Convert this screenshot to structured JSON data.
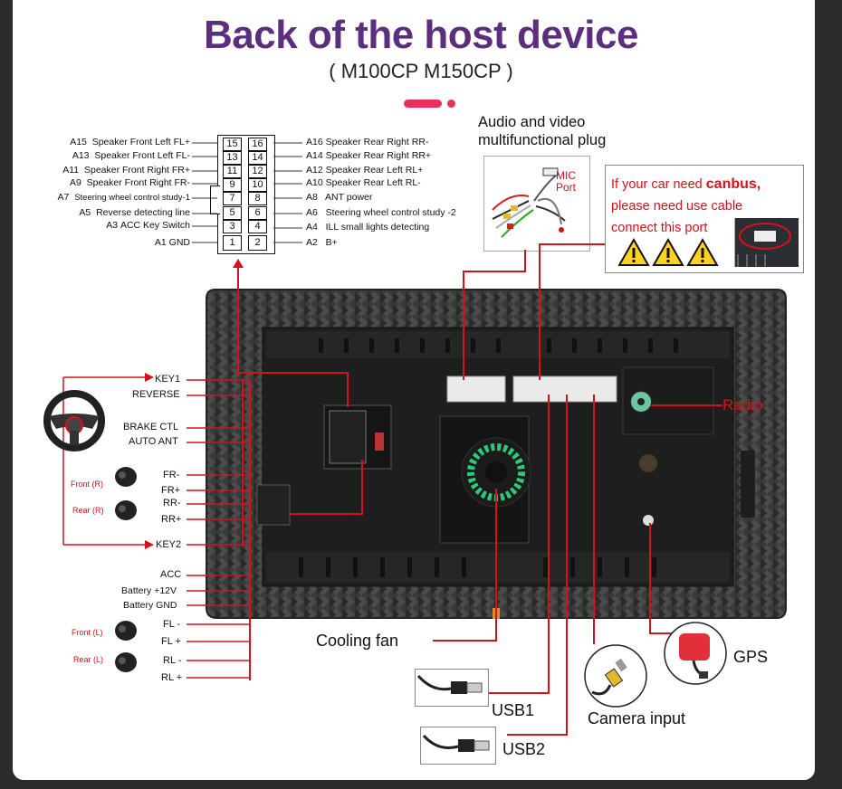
{
  "title": "Back of the host device",
  "subtitle": "( M100CP  M150CP )",
  "pinout": {
    "left": [
      {
        "code": "A15",
        "label": "Speaker Front Left FL+",
        "pin": "15"
      },
      {
        "code": "A13",
        "label": "Speaker Front Left FL-",
        "pin": "13"
      },
      {
        "code": "A11",
        "label": "Speaker Front Right FR+",
        "pin": "11"
      },
      {
        "code": "A9",
        "label": "Speaker Front Right FR-",
        "pin": "9"
      },
      {
        "code": "A7",
        "label": "Steering wheel control study-1",
        "pin": "7"
      },
      {
        "code": "A5",
        "label": "Reverse detecting line",
        "pin": "5"
      },
      {
        "code": "A3",
        "label": "ACC Key Switch",
        "pin": "3"
      },
      {
        "code": "A1",
        "label": "GND",
        "pin": "1"
      }
    ],
    "right": [
      {
        "code": "A16",
        "label": "Speaker Rear Right RR-",
        "pin": "16"
      },
      {
        "code": "A14",
        "label": "Speaker Rear Right RR+",
        "pin": "14"
      },
      {
        "code": "A12",
        "label": "Speaker Rear Left RL+",
        "pin": "12"
      },
      {
        "code": "A10",
        "label": "Speaker Rear Left RL-",
        "pin": "10"
      },
      {
        "code": "A8",
        "label": "ANT power",
        "pin": "8"
      },
      {
        "code": "A6",
        "label": "Steering wheel control study -2",
        "pin": "6"
      },
      {
        "code": "A4",
        "label": "ILL small lights detecting",
        "pin": "4"
      },
      {
        "code": "A2",
        "label": "B+",
        "pin": "2"
      }
    ]
  },
  "av_plug": {
    "line1": "Audio and video",
    "line2": "multifunctional plug",
    "mic1": "MIC",
    "mic2": "Port"
  },
  "canbus": {
    "pre": "If your car need ",
    "bold": "canbus,",
    "line2": "please need use cable",
    "line3": "connect this port"
  },
  "wires": {
    "key1": "KEY1",
    "reverse": "REVERSE",
    "brake": "BRAKE CTL",
    "auto_ant": "AUTO ANT",
    "fr_minus": "FR-",
    "fr_plus": "FR+",
    "rr_minus": "RR-",
    "rr_plus": "RR+",
    "key2": "KEY2",
    "acc": "ACC",
    "battery": "Battery +12V",
    "battery_gnd": "Battery GND",
    "fl_minus": "FL -",
    "fl_plus": "FL +",
    "rl_minus": "RL -",
    "rl_plus": "RL +",
    "front_r": "Front (R)",
    "rear_r": "Rear (R)",
    "front_l": "Front (L)",
    "rear_l": "Rear (L)"
  },
  "callouts": {
    "radio": "Radio",
    "cooling_fan": "Cooling fan",
    "gps": "GPS",
    "usb1": "USB1",
    "usb2": "USB2",
    "camera": "Camera input"
  },
  "colors": {
    "title": "#5b2f7d",
    "accent_red": "#d3121d",
    "pill": "#e8305a"
  }
}
